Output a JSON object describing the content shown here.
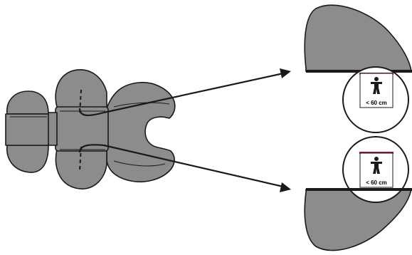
{
  "colors": {
    "fabric": "#8c8c8c",
    "fabric_dark": "#7a7a7a",
    "outline": "#1a1a1a",
    "stripe": "#9b1b30",
    "background": "#ffffff"
  },
  "callouts": [
    {
      "id": "upper",
      "height_label": "< 60 cm",
      "icon": "child-figure-icon"
    },
    {
      "id": "lower",
      "height_label": "< 60 cm",
      "icon": "child-figure-icon"
    }
  ]
}
